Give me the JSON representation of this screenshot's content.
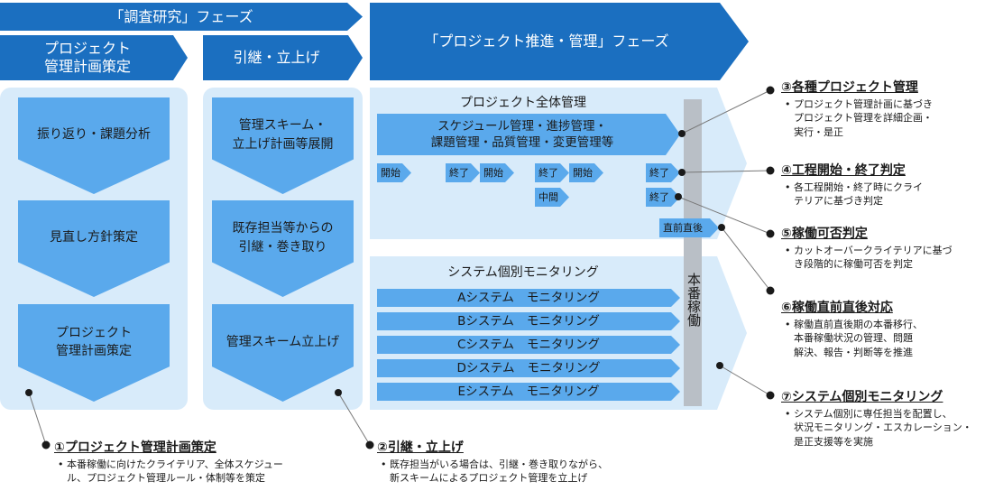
{
  "phases": {
    "survey_phase": "「調査研究」フェーズ",
    "promotion_phase": "「プロジェクト推進・管理」フェーズ",
    "pm_plan_stage": [
      "プロジェクト",
      "管理計画策定"
    ],
    "handover_stage": "引継・立上げ"
  },
  "column1": {
    "items": [
      [
        "振り返り・課題分析"
      ],
      [
        "見直し方針策定"
      ],
      [
        "プロジェクト",
        "管理計画策定"
      ]
    ]
  },
  "column2": {
    "items": [
      [
        "管理スキーム・",
        "立上げ計画等展開"
      ],
      [
        "既存担当等からの",
        "引継・巻き取り"
      ],
      [
        "管理スキーム立上げ"
      ]
    ]
  },
  "overall_mgmt": {
    "title": "プロジェクト全体管理",
    "main_bar": [
      "スケジュール管理・進捗管理・",
      "課題管理・品質管理・変更管理等"
    ],
    "tags": {
      "start1": "開始",
      "end1": "終了",
      "start2": "開始",
      "end2": "終了",
      "mid": "中間",
      "start3": "開始",
      "end3a": "終了",
      "end3b": "終了",
      "golive_around": "直前直後"
    }
  },
  "monitoring": {
    "title": "システム個別モニタリング",
    "rows": [
      {
        "system": "Aシステム",
        "label": "モニタリング"
      },
      {
        "system": "Bシステム",
        "label": "モニタリング"
      },
      {
        "system": "Cシステム",
        "label": "モニタリング"
      },
      {
        "system": "Dシステム",
        "label": "モニタリング"
      },
      {
        "system": "Eシステム",
        "label": "モニタリング"
      }
    ]
  },
  "golive_label": "本番稼働",
  "callouts": {
    "c1": {
      "title": "①プロジェクト管理計画策定",
      "body": [
        "本番稼働に向けたクライテリア、全体スケジュー",
        "ル、プロジェクト管理ルール・体制等を策定"
      ]
    },
    "c2": {
      "title": "②引継・立上げ",
      "body": [
        "既存担当がいる場合は、引継・巻き取りながら、",
        "新スキームによるプロジェクト管理を立上げ"
      ]
    },
    "c3": {
      "title": "③各種プロジェクト管理",
      "body": [
        "プロジェクト管理計画に基づき",
        "プロジェクト管理を詳細企画・",
        "実行・是正"
      ]
    },
    "c4": {
      "title": "④工程開始・終了判定",
      "body": [
        "各工程開始・終了時にクライ",
        "テリアに基づき判定"
      ]
    },
    "c5": {
      "title": "⑤稼働可否判定",
      "body": [
        "カットオーバークライテリアに基づ",
        "き段階的に稼働可否を判定"
      ]
    },
    "c6": {
      "title": "⑥稼働直前直後対応",
      "body": [
        "稼働直前直後期の本番移行、",
        "本番稼働状況の管理、問題",
        "解決、報告・判断等を推進"
      ]
    },
    "c7": {
      "title": "⑦システム個別モニタリング",
      "body": [
        "システム個別に専任担当を配置し、",
        "状況モニタリング・エスカレーション・",
        "是正支援等を実施"
      ]
    }
  },
  "bullet": "•",
  "colors": {
    "dark_blue": "#1b6fc0",
    "mid_blue": "#5aa9ec",
    "light_blue": "#d8ebfa",
    "golive_gray": "#b9bfc6"
  }
}
